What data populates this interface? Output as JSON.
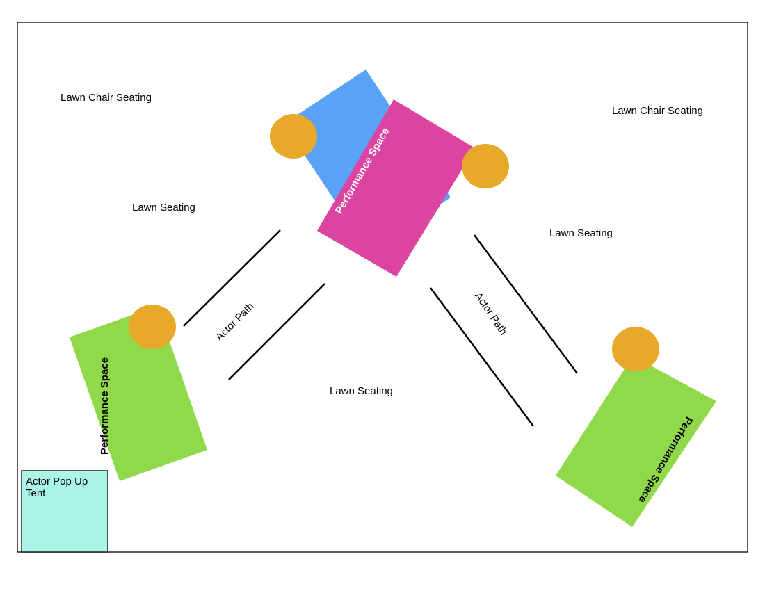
{
  "labels": {
    "lawn_chair_seating_left": "Lawn Chair Seating",
    "lawn_chair_seating_right": "Lawn Chair Seating",
    "lawn_seating_left": "Lawn Seating",
    "lawn_seating_right": "Lawn Seating",
    "lawn_seating_bottom": "Lawn Seating",
    "actor_path_left": "Actor Path",
    "actor_path_right": "Actor Path",
    "performance_space_top": "Performance Space",
    "performance_space_left": "Performance Space",
    "performance_space_right": "Performance Space",
    "actor_tent": "Actor Pop Up Tent"
  },
  "colors": {
    "blue_stage": "#5aa2f7",
    "magenta_stage": "#db44a1",
    "green_stage": "#8fd94b",
    "orange_marker": "#e8a92a",
    "tent_fill": "#aaf5e5",
    "border": "#000000"
  }
}
